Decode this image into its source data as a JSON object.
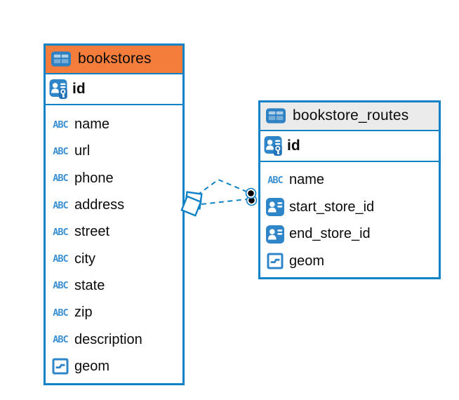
{
  "diagram": {
    "background": "#ffffff",
    "accent_blue": "#1083c8",
    "icon_blue": "#2e86c9",
    "text_color": "#0b0b0b",
    "tables": [
      {
        "name": "bookstores",
        "header_color": "#f57d3c",
        "primary_key": "id",
        "columns": [
          {
            "label": "name",
            "type": "text"
          },
          {
            "label": "url",
            "type": "text"
          },
          {
            "label": "phone",
            "type": "text"
          },
          {
            "label": "address",
            "type": "text"
          },
          {
            "label": "street",
            "type": "text"
          },
          {
            "label": "city",
            "type": "text"
          },
          {
            "label": "state",
            "type": "text"
          },
          {
            "label": "zip",
            "type": "text"
          },
          {
            "label": "description",
            "type": "text"
          },
          {
            "label": "geom",
            "type": "geometry"
          }
        ]
      },
      {
        "name": "bookstore_routes",
        "header_color": "#ebebeb",
        "primary_key": "id",
        "columns": [
          {
            "label": "name",
            "type": "text"
          },
          {
            "label": "start_store_id",
            "type": "reference"
          },
          {
            "label": "end_store_id",
            "type": "reference"
          },
          {
            "label": "geom",
            "type": "geometry"
          }
        ]
      }
    ],
    "relations": {
      "count": 2,
      "line_style": "dashed",
      "source_marker": "diamond",
      "target_marker": "dot"
    }
  }
}
